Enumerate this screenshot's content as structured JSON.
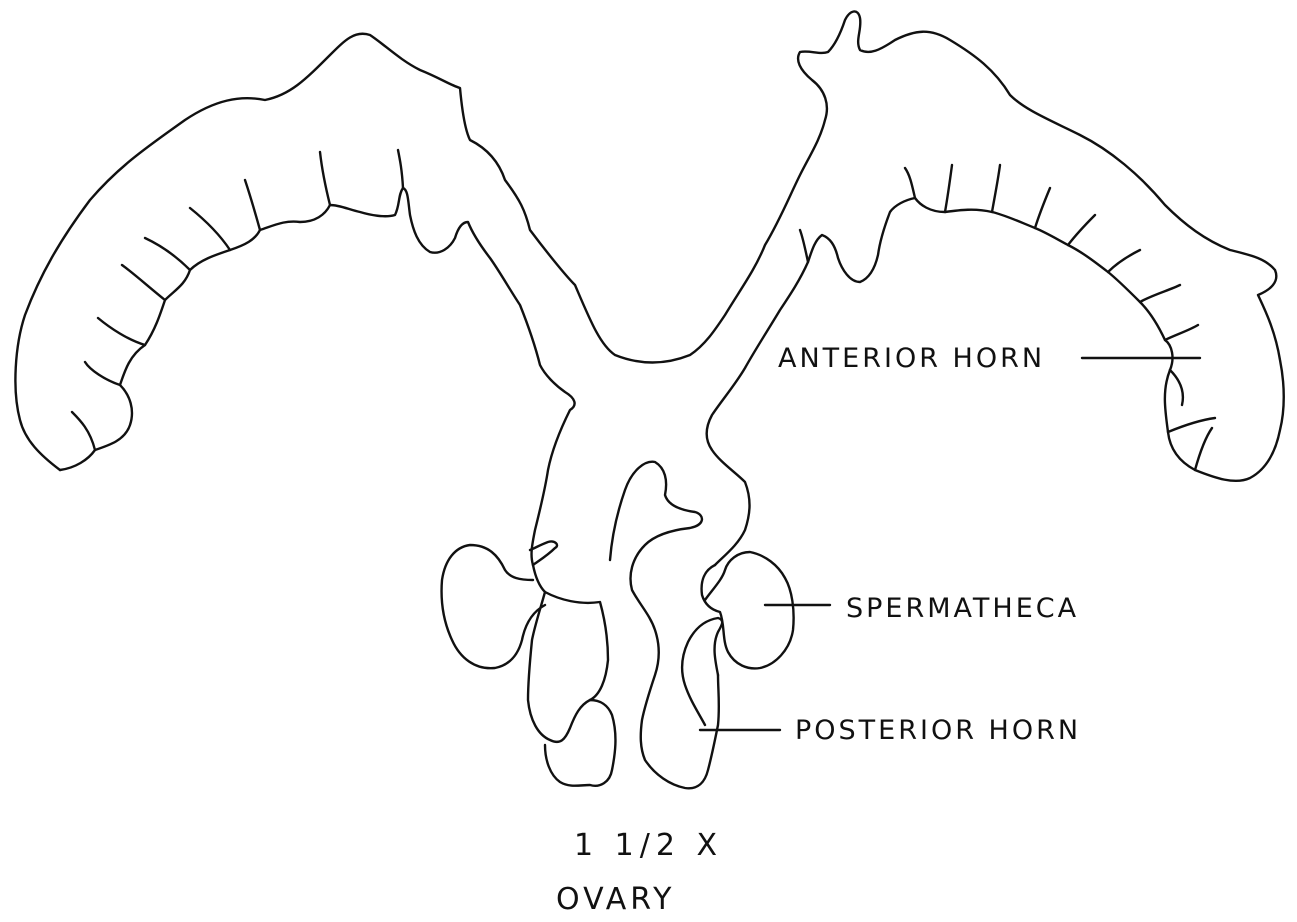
{
  "figure": {
    "labels": {
      "anterior_horn": "ANTERIOR HORN",
      "spermatheca": "SPERMATHECA",
      "posterior_horn": "POSTERIOR HORN"
    },
    "scale": "1 1/2 X",
    "caption": "OVARY",
    "colors": {
      "line": "#111111",
      "background": "#ffffff"
    }
  }
}
